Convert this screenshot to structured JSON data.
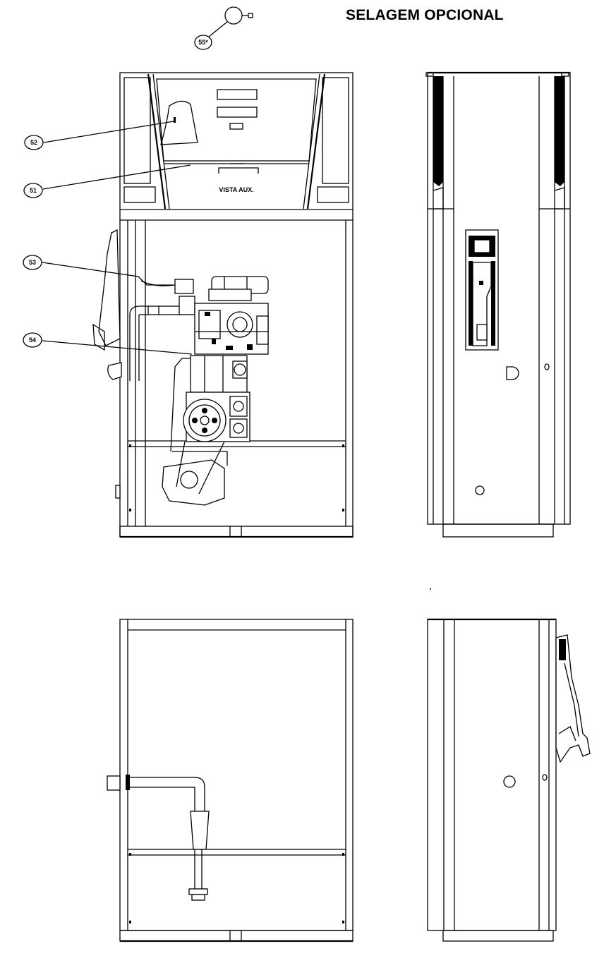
{
  "title": "SELAGEM OPCIONAL",
  "aux_view_label": "VISTA AUX.",
  "callouts": [
    {
      "id": "seal-optional",
      "label": "55*"
    },
    {
      "id": "seal-2",
      "label": "52"
    },
    {
      "id": "seal-1",
      "label": "51"
    },
    {
      "id": "seal-3",
      "label": "53"
    },
    {
      "id": "seal-4",
      "label": "54"
    }
  ],
  "views": [
    "front-view",
    "side-view-right",
    "rear-view",
    "side-view-left"
  ],
  "colors": {
    "line": "#000000",
    "background": "#ffffff"
  }
}
